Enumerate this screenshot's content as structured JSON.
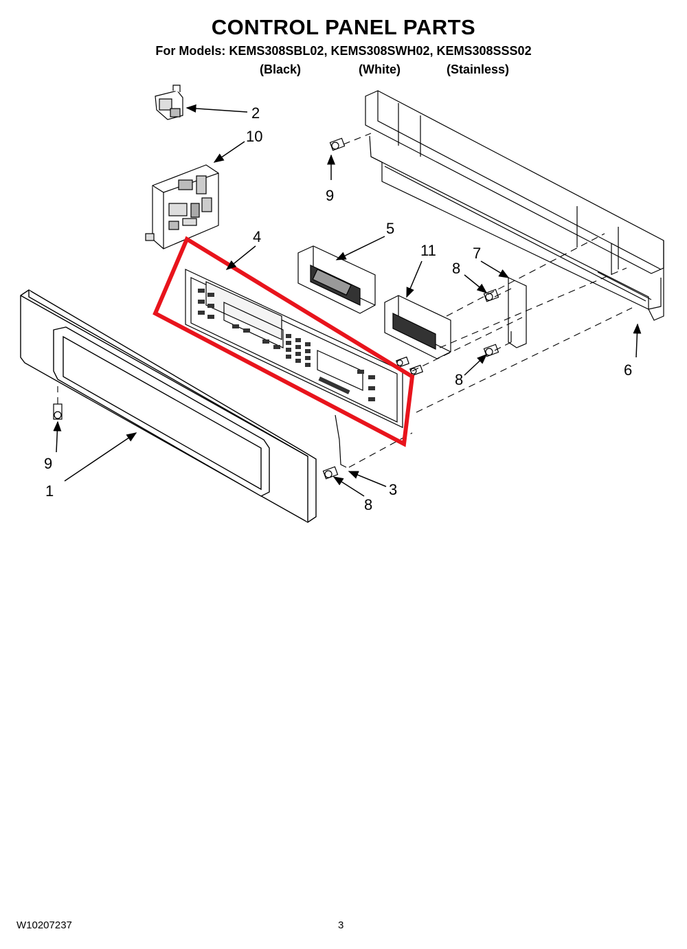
{
  "header": {
    "title": "CONTROL PANEL PARTS",
    "models_line": "For Models: KEMS308SBL02, KEMS308SWH02, KEMS308SSS02",
    "variants": [
      "(Black)",
      "(White)",
      "(Stainless)"
    ]
  },
  "callouts": {
    "c1": "1",
    "c2": "2",
    "c3": "3",
    "c4": "4",
    "c5": "5",
    "c6": "6",
    "c7": "7",
    "c8a": "8",
    "c8b": "8",
    "c8c": "8",
    "c9a": "9",
    "c9b": "9",
    "c10": "10",
    "c11": "11"
  },
  "highlight": {
    "color": "#e8141c",
    "target_part": "4"
  },
  "footer": {
    "doc_number": "W10207237",
    "page": "3"
  }
}
